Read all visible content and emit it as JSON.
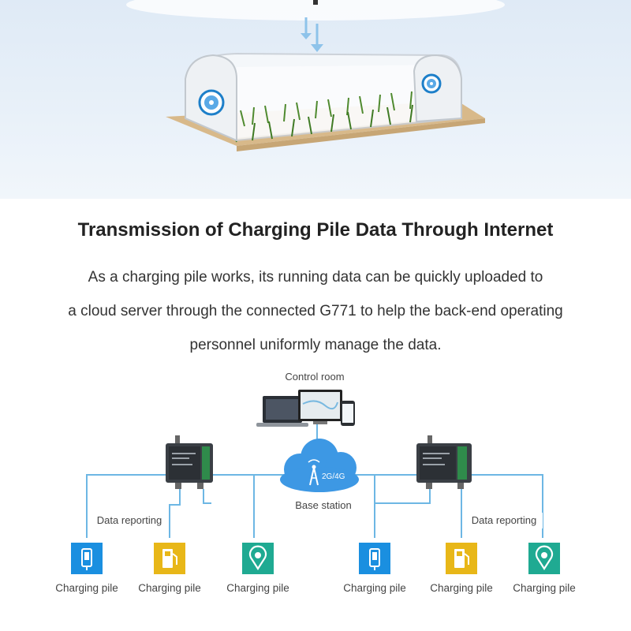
{
  "heading": "Transmission of Charging Pile Data Through Internet",
  "description": [
    "As a charging pile works, its running data can be quickly uploaded to",
    "a cloud server through the connected G771 to help the back-end operating",
    "personnel uniformly manage the data."
  ],
  "diagram": {
    "control_room_label": "Control room",
    "cloud_badge": "2G/4G",
    "base_station_label": "Base station",
    "data_reporting_left": "Data reporting",
    "data_reporting_right": "Data reporting",
    "piles": [
      {
        "label": "Charging pile",
        "icon": "phone-charger-icon",
        "color": "#1a8fe0"
      },
      {
        "label": "Charging pile",
        "icon": "fuel-pump-icon",
        "color": "#e8b718"
      },
      {
        "label": "Charging pile",
        "icon": "location-pin-icon",
        "color": "#1faa92"
      },
      {
        "label": "Charging pile",
        "icon": "phone-charger-icon",
        "color": "#1a8fe0"
      },
      {
        "label": "Charging pile",
        "icon": "fuel-pump-icon",
        "color": "#e8b718"
      },
      {
        "label": "Charging pile",
        "icon": "location-pin-icon",
        "color": "#1faa92"
      }
    ]
  },
  "colors": {
    "line": "#6db7e4",
    "cloud": "#3d98e4"
  }
}
